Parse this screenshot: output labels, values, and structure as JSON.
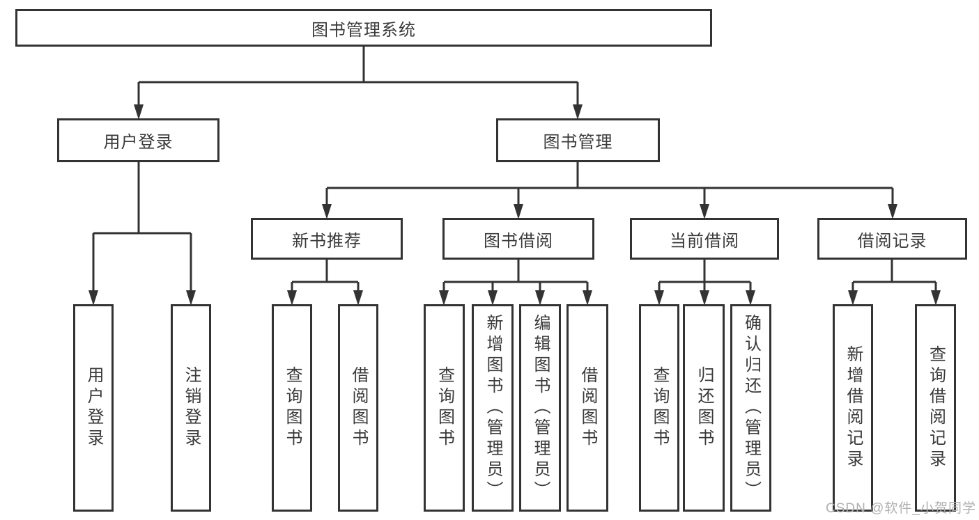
{
  "diagram": {
    "root": {
      "label": "图书管理系统"
    },
    "level2": {
      "user_login": {
        "label": "用户登录"
      },
      "book_management": {
        "label": "图书管理"
      }
    },
    "level3": {
      "new_book_recommend": {
        "label": "新书推荐"
      },
      "book_borrow": {
        "label": "图书借阅"
      },
      "current_borrow": {
        "label": "当前借阅"
      },
      "borrow_record": {
        "label": "借阅记录"
      }
    },
    "leaves": {
      "user_login": {
        "label": "用户登录"
      },
      "logout": {
        "label": "注销登录"
      },
      "nb_query_book": {
        "label": "查询图书"
      },
      "nb_borrow_book": {
        "label": "借阅图书"
      },
      "bb_query_book": {
        "label": "查询图书"
      },
      "bb_add_book": {
        "label": "新增图书（管理员）"
      },
      "bb_edit_book": {
        "label": "编辑图书（管理员）"
      },
      "bb_borrow_book": {
        "label": "借阅图书"
      },
      "cb_query_book": {
        "label": "查询图书"
      },
      "cb_return_book": {
        "label": "归还图书"
      },
      "cb_confirm_return": {
        "label": "确认归还（管理员）"
      },
      "br_add_record": {
        "label": "新增借阅记录"
      },
      "br_query_record": {
        "label": "查询借阅记录"
      }
    }
  },
  "watermark": {
    "text": "CSDN @软件_小贺同学"
  },
  "colors": {
    "line": "#333333",
    "box_border": "#333333",
    "box_fill": "#ffffff",
    "text": "#3a3a3a",
    "watermark": "#b0b0b0",
    "background": "#ffffff"
  }
}
